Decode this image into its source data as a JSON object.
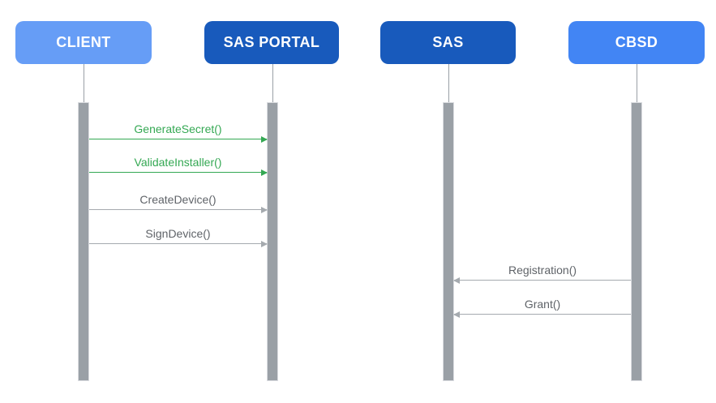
{
  "diagram": {
    "type": "sequence",
    "background": "#FFFFFF",
    "lifeline_color": "#9AA0A6",
    "activation_color": "#9AA0A6",
    "activation_border_color": "#DADCE0",
    "actors": [
      {
        "id": "client",
        "label": "CLIENT",
        "fill": "#669DF6",
        "text_color": "#FFFFFF"
      },
      {
        "id": "sas-portal",
        "label": "SAS PORTAL",
        "fill": "#185ABC",
        "text_color": "#FFFFFF"
      },
      {
        "id": "sas",
        "label": "SAS",
        "fill": "#185ABC",
        "text_color": "#FFFFFF"
      },
      {
        "id": "cbsd",
        "label": "CBSD",
        "fill": "#4285F4",
        "text_color": "#FFFFFF"
      }
    ],
    "messages": [
      {
        "id": "generate-secret",
        "label": "GenerateSecret()",
        "from": "client",
        "to": "sas-portal",
        "text_color": "#34A853",
        "line_color": "#34A853"
      },
      {
        "id": "validate-installer",
        "label": "ValidateInstaller()",
        "from": "client",
        "to": "sas-portal",
        "text_color": "#34A853",
        "line_color": "#34A853"
      },
      {
        "id": "create-device",
        "label": "CreateDevice()",
        "from": "client",
        "to": "sas-portal",
        "text_color": "#5F6368",
        "line_color": "#A5AAAF"
      },
      {
        "id": "sign-device",
        "label": "SignDevice()",
        "from": "client",
        "to": "sas-portal",
        "text_color": "#5F6368",
        "line_color": "#A5AAAF"
      },
      {
        "id": "registration",
        "label": "Registration()",
        "from": "cbsd",
        "to": "sas",
        "text_color": "#5F6368",
        "line_color": "#A5AAAF"
      },
      {
        "id": "grant",
        "label": "Grant()",
        "from": "cbsd",
        "to": "sas",
        "text_color": "#5F6368",
        "line_color": "#A5AAAF"
      }
    ]
  }
}
